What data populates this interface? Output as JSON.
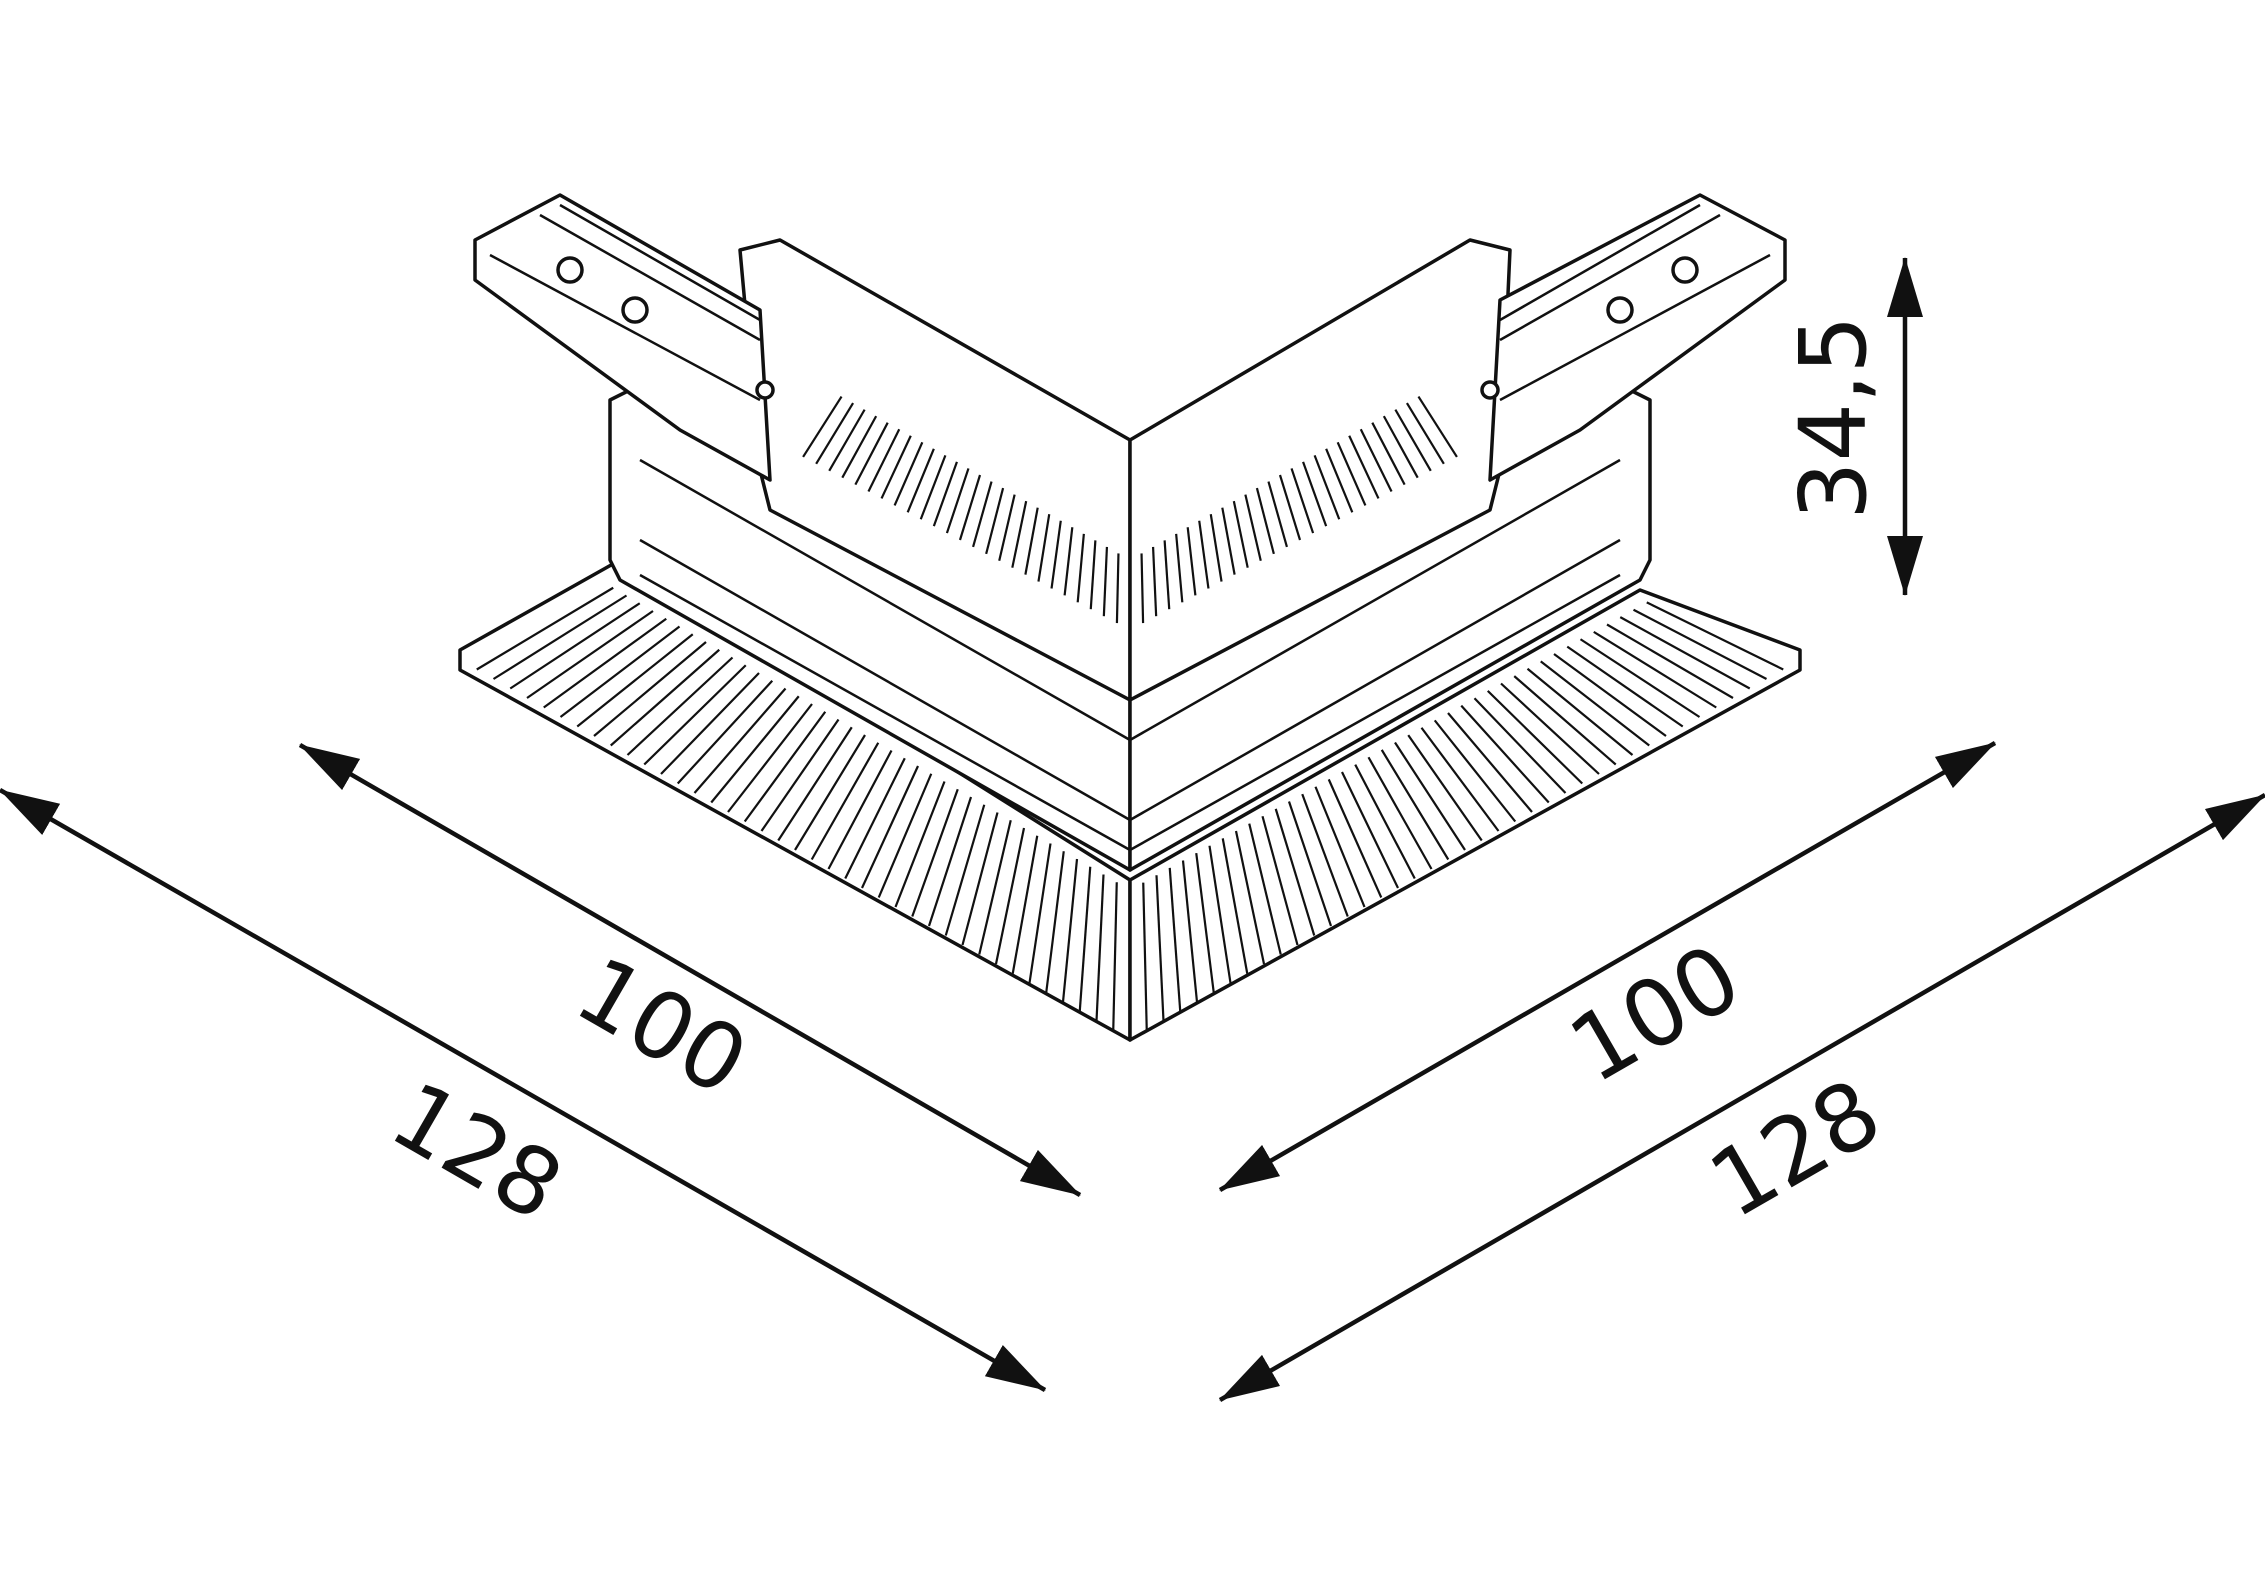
{
  "drawing": {
    "dimensions": {
      "inner_left": "100",
      "inner_right": "100",
      "outer_left": "128",
      "outer_right": "128",
      "height": "34,5"
    },
    "colors": {
      "line": "#111111",
      "background": "#ffffff"
    }
  }
}
